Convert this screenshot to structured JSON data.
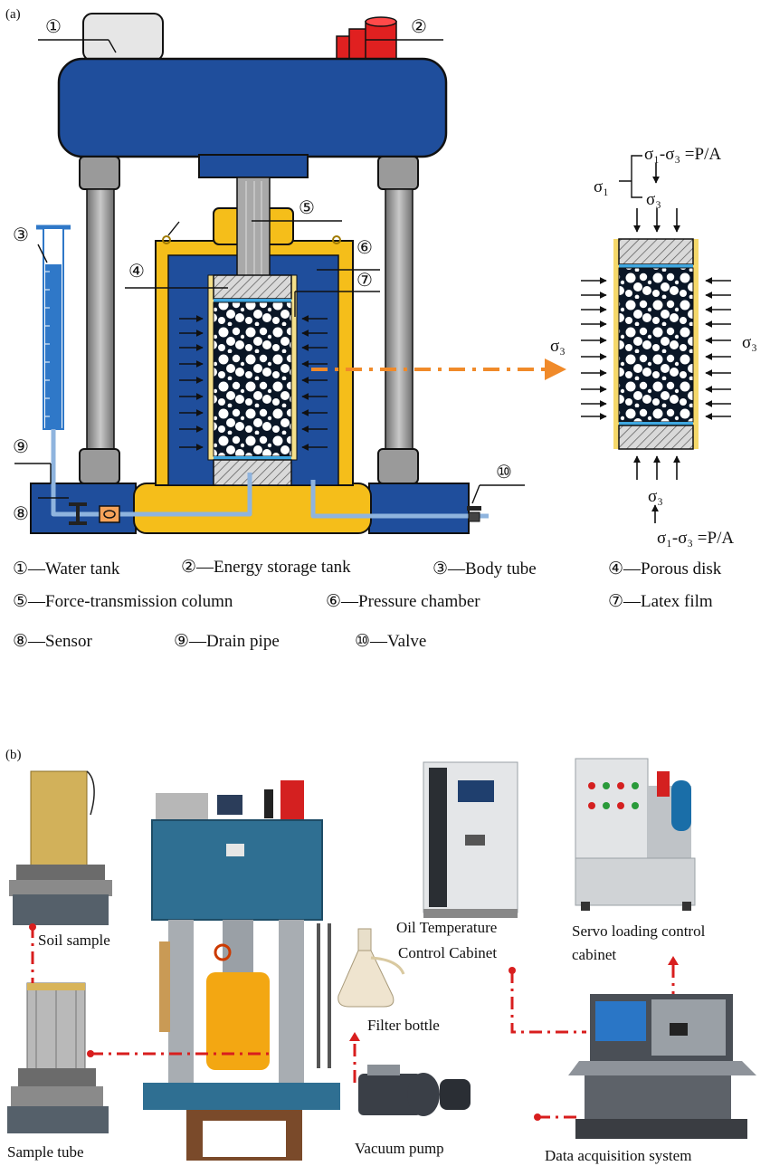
{
  "panels": {
    "a": "(a)",
    "b": "(b)"
  },
  "schematic": {
    "callouts": [
      "①",
      "②",
      "③",
      "④",
      "⑤",
      "⑥",
      "⑦",
      "⑨",
      "⑧",
      "⑩"
    ],
    "stress": {
      "eq_top": "σ₁-σ₃ =P/A",
      "sigma1": "σ₁",
      "sigma3_top": "σ₃",
      "sigma3_left": "σ₃",
      "sigma3_right": "σ₃",
      "sigma3_bottom": "σ₃",
      "eq_bottom": "σ₁-σ₃ =P/A"
    }
  },
  "legend": [
    {
      "num": "①",
      "text": "—Water tank"
    },
    {
      "num": "②",
      "text": "—Energy  storage tank"
    },
    {
      "num": "③",
      "text": "—Body tube"
    },
    {
      "num": "④",
      "text": "—Porous disk"
    },
    {
      "num": "⑤",
      "text": "—Force-transmission column"
    },
    {
      "num": "⑥",
      "text": "—Pressure chamber"
    },
    {
      "num": "⑦",
      "text": "—Latex film"
    },
    {
      "num": "⑧",
      "text": "—Sensor"
    },
    {
      "num": "⑨",
      "text": "—Drain pipe"
    },
    {
      "num": "⑩",
      "text": "—Valve"
    }
  ],
  "photos": {
    "soil_sample": "Soil sample",
    "sample_tube": "Sample tube",
    "filter_bottle": "Filter bottle",
    "vacuum_pump": "Vacuum  pump",
    "oil_cabinet_1": "Oil Temperature",
    "oil_cabinet_2": "Control Cabinet",
    "servo_1": "Servo loading control",
    "servo_2": "cabinet",
    "data_acq": "Data acquisition system"
  },
  "colors": {
    "frame_blue": "#1f4e9c",
    "yellow": "#f5be1a",
    "red": "#e02020",
    "water_blue": "#2f78c8",
    "pipe_blue": "#8fb4de",
    "orange_arrow": "#f08a2a",
    "link_red": "#d81e1e"
  }
}
